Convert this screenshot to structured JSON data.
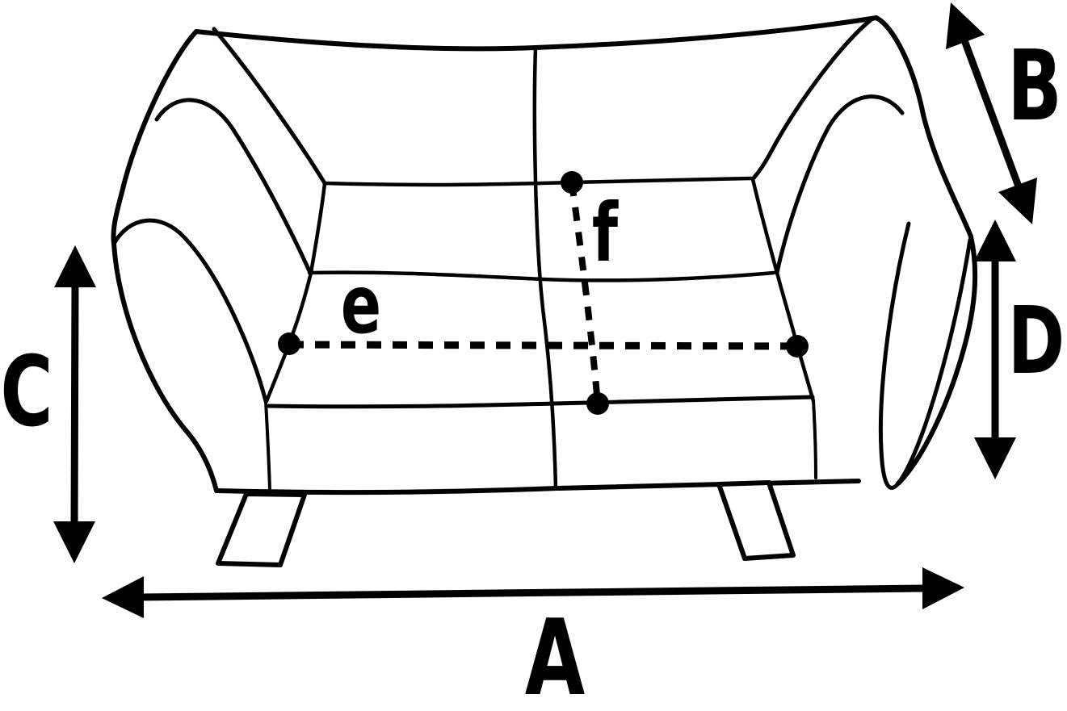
{
  "figure": {
    "kind": "sofa-dimension-line-drawing",
    "background_color": "#ffffff",
    "line_color": "#000000",
    "subject": "two-seat sofa (loveseat) drawn in outline with two splayed front legs"
  },
  "dimension_labels": [
    {
      "id": "A",
      "glyph": "A",
      "marker": "solid double-headed arrow",
      "orientation": "horizontal",
      "position": "bottom, spanning full sofa width"
    },
    {
      "id": "B",
      "glyph": "B",
      "marker": "solid double-headed arrow",
      "orientation": "diagonal",
      "position": "top-right, along sofa depth"
    },
    {
      "id": "C",
      "glyph": "C",
      "marker": "solid double-headed arrow",
      "orientation": "vertical",
      "position": "left, full sofa height"
    },
    {
      "id": "D",
      "glyph": "D",
      "marker": "solid double-headed arrow",
      "orientation": "vertical",
      "position": "right, arm height"
    },
    {
      "id": "e",
      "glyph": "e",
      "marker": "dashed line with round end dots",
      "orientation": "horizontal",
      "position": "across seat between arms"
    },
    {
      "id": "f",
      "glyph": "f",
      "marker": "dashed line with round end dots",
      "orientation": "vertical",
      "position": "seat depth, right of center seam"
    }
  ]
}
